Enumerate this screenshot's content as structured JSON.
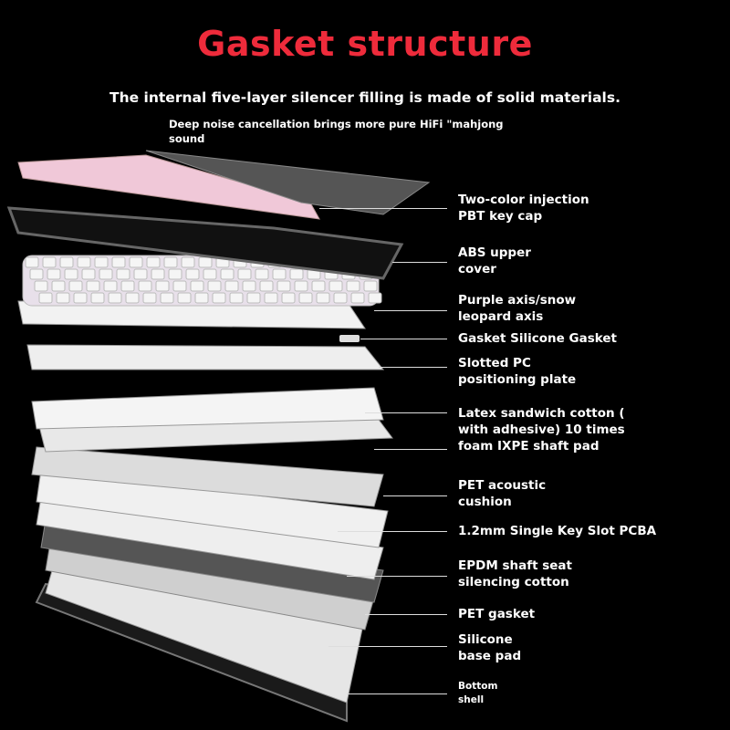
{
  "title": "Gasket structure",
  "subtitle": "The internal five-layer silencer filling is made of solid materials.",
  "tagline": "Deep noise cancellation brings more pure HiFi \"mahjong\nsound",
  "colors": {
    "title": "#ee2b3b",
    "background": "#000000",
    "keycap_pink": "#f0c8d8",
    "keycap_gray": "#555555"
  },
  "layers": [
    {
      "label": "Two-color injection\nPBT key cap"
    },
    {
      "label": "ABS upper\ncover"
    },
    {
      "label": "Purple axis/snow\nleopard axis"
    },
    {
      "label": "Gasket Silicone Gasket"
    },
    {
      "label": "Slotted PC\npositioning plate"
    },
    {
      "label": "Latex sandwich cotton (\nwith adhesive) 10 times\nfoam IXPE shaft pad"
    },
    {
      "label": "PET acoustic\ncushion"
    },
    {
      "label": "1.2mm Single Key Slot PCBA"
    },
    {
      "label": "EPDM shaft seat\nsilencing cotton"
    },
    {
      "label": "PET gasket"
    },
    {
      "label": "Silicone\nbase pad"
    },
    {
      "label": "Bottom\nshell"
    }
  ]
}
